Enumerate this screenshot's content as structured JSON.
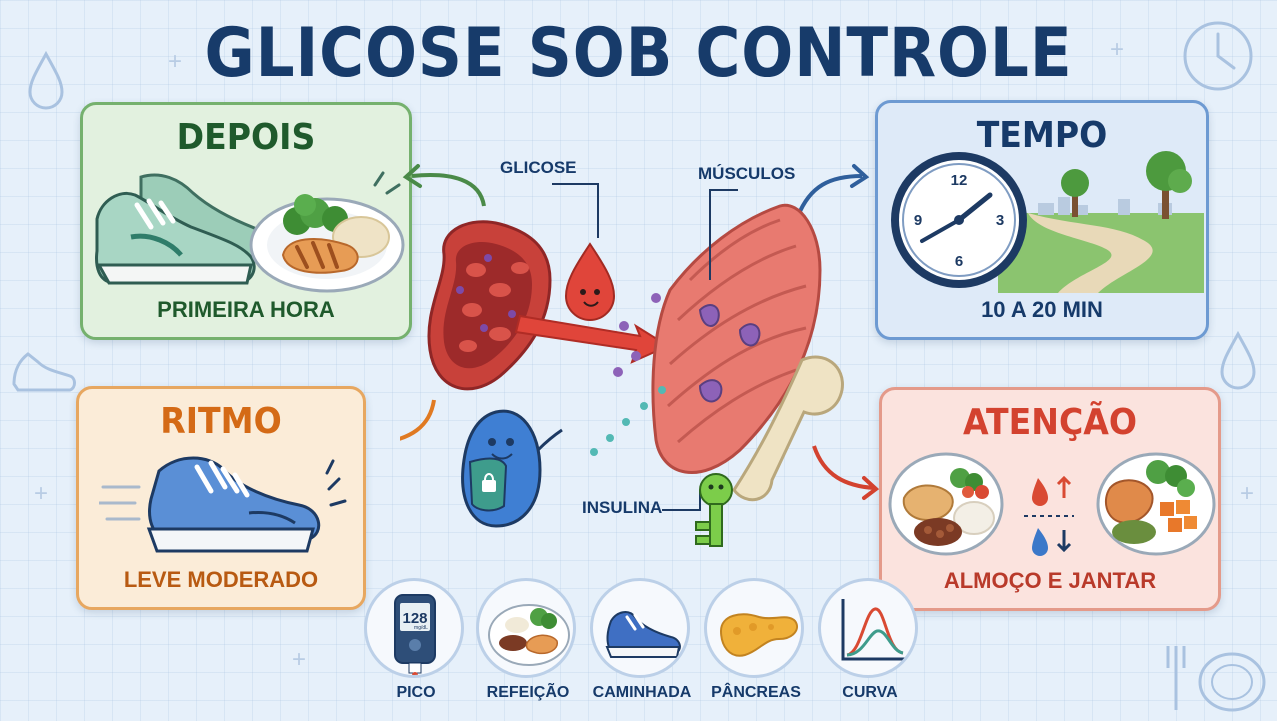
{
  "title": "GLICOSE SOB CONTROLE",
  "cards": {
    "depois": {
      "title": "DEPOIS",
      "caption": "PRIMEIRA HORA"
    },
    "tempo": {
      "title": "TEMPO",
      "caption": "10 A 20 MIN"
    },
    "ritmo": {
      "title": "RITMO",
      "caption": "LEVE MODERADO"
    },
    "atencao": {
      "title": "ATENÇÃO",
      "caption": "ALMOÇO E JANTAR"
    }
  },
  "labels": {
    "glicose": "GLICOSE",
    "musculos": "MÚSCULOS",
    "insulina": "INSULINA"
  },
  "clock": {
    "numbers": [
      "12",
      "3",
      "6",
      "9"
    ]
  },
  "meter": {
    "reading": "128",
    "unit": "mg/dL"
  },
  "bottom_items": [
    {
      "icon": "glucose-meter-icon",
      "label": "PICO"
    },
    {
      "icon": "meal-plate-icon",
      "label": "REFEIÇÃO"
    },
    {
      "icon": "sneaker-icon",
      "label": "CAMINHADA"
    },
    {
      "icon": "pancreas-icon",
      "label": "PÂNCREAS"
    },
    {
      "icon": "curve-chart-icon",
      "label": "CURVA"
    }
  ],
  "colors": {
    "navy": "#173b6a",
    "green": "#1f5a2c",
    "orange": "#d46a16",
    "red": "#d3422f"
  }
}
